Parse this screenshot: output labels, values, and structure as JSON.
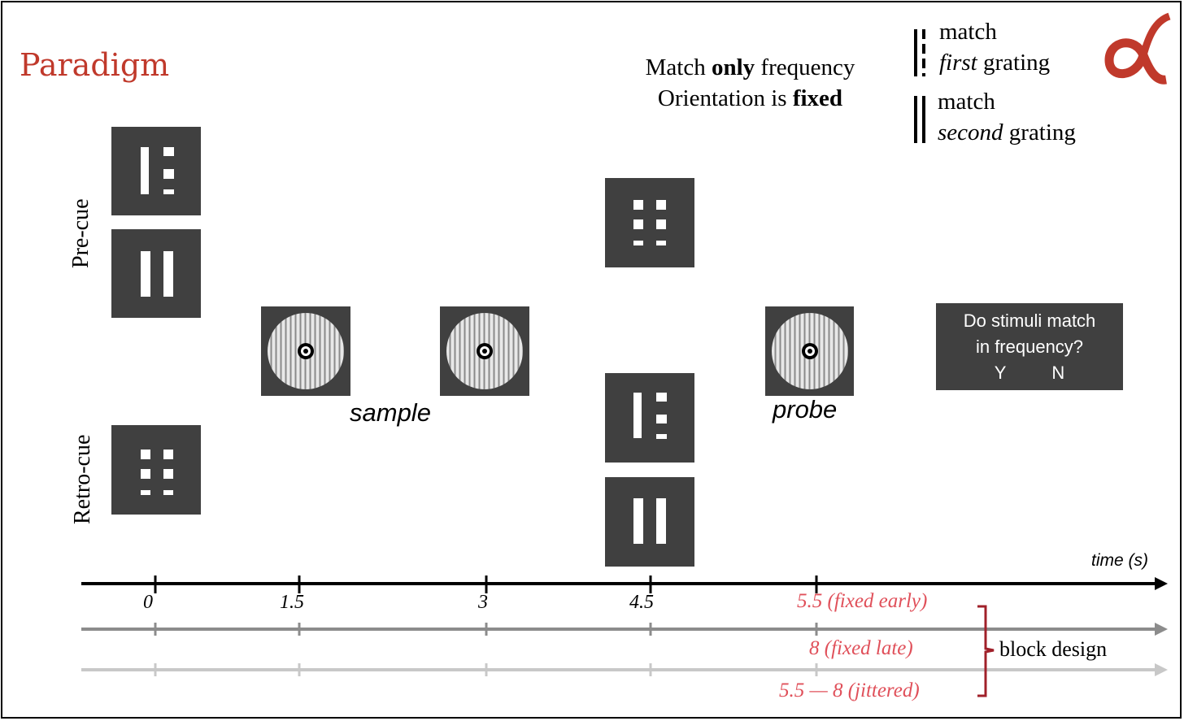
{
  "title": "Paradigm",
  "instructions": {
    "line1_a": "Match ",
    "line1_b": "only",
    "line1_c": " frequency",
    "line2_a": "Orientation is ",
    "line2_b": "fixed"
  },
  "legend": {
    "first_line1": "match",
    "first_line2_em": "first",
    "first_line2_rest": " grating",
    "second_line1": "match",
    "second_line2_em": "second",
    "second_line2_rest": " grating"
  },
  "row_labels": {
    "precue": "Pre-cue",
    "retrocue": "Retro-cue"
  },
  "stimulus_labels": {
    "sample": "sample",
    "probe": "probe"
  },
  "question": {
    "line1": "Do stimuli match",
    "line2": "in frequency?",
    "yes": "Y",
    "no": "N"
  },
  "axis": {
    "unit_label": "time (s)",
    "ticks": [
      "0",
      "1.5",
      "3",
      "4.5"
    ],
    "probe_labels": [
      "5.5 (fixed early)",
      "8 (fixed late)",
      "5.5 — 8 (jittered)"
    ]
  },
  "block_label": "block design",
  "colors": {
    "title": "#c0392b",
    "red_labels": "#e0505a",
    "panel": "#404040",
    "brace": "#a0202a"
  }
}
